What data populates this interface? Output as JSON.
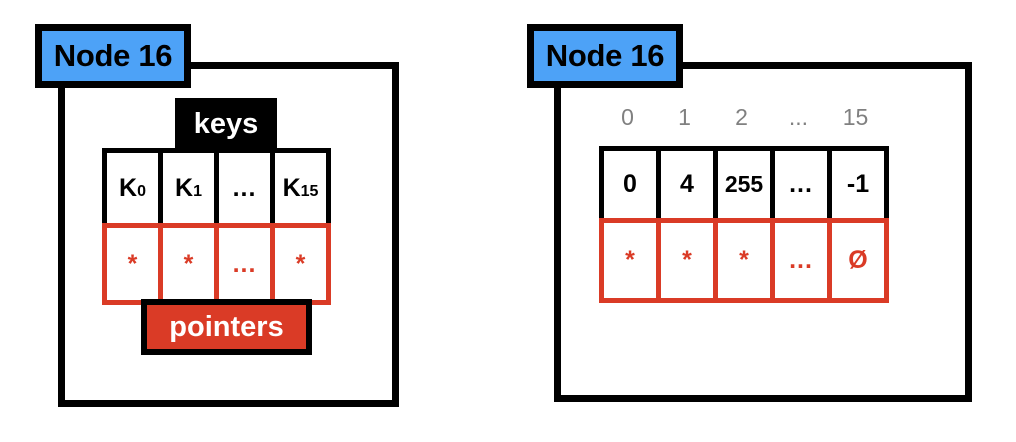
{
  "colors": {
    "node_badge_blue": "#4DA2F7",
    "pointer_red": "#DA3B26",
    "outline_black": "#000000",
    "index_gray": "#808080",
    "background_white": "#FFFFFF"
  },
  "left_diagram": {
    "node_badge": "Node 16",
    "keys_label": "keys",
    "pointers_label": "pointers",
    "keys": [
      {
        "base": "K",
        "sub": "0"
      },
      {
        "base": "K",
        "sub": "1"
      },
      {
        "base": "...",
        "sub": ""
      },
      {
        "base": "K",
        "sub": "15"
      }
    ],
    "pointers": [
      "*",
      "*",
      "...",
      "*"
    ]
  },
  "right_diagram": {
    "node_badge": "Node 16",
    "index_labels": [
      "0",
      "1",
      "2",
      "...",
      "15"
    ],
    "keys": [
      "0",
      "4",
      "255",
      "...",
      "-1"
    ],
    "pointers": [
      "*",
      "*",
      "*",
      "...",
      "Ø"
    ]
  }
}
